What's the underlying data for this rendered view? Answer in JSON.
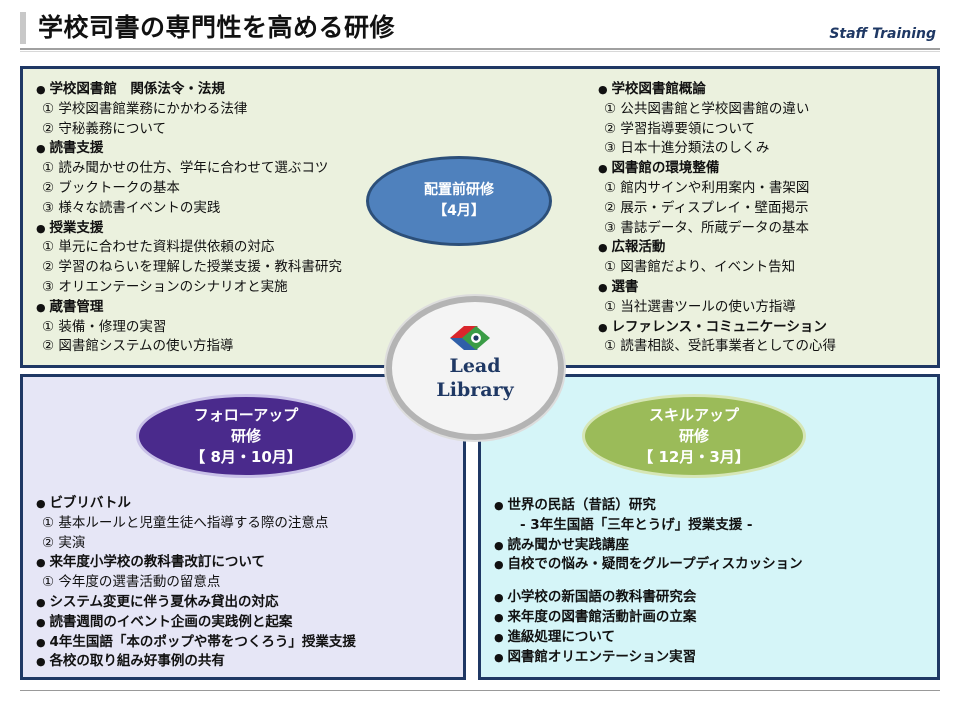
{
  "header": {
    "title": "学校司書の専門性を高める研修",
    "tag": "Staff Training"
  },
  "center_logo": {
    "line1": "Lead",
    "line2": "Library"
  },
  "top_panel": {
    "oval": {
      "line1": "配置前研修",
      "line2": "【4月】"
    },
    "left_sections": [
      {
        "title": "学校図書館　関係法令・法規",
        "items": [
          "① 学校図書館業務にかかわる法律",
          "② 守秘義務について"
        ]
      },
      {
        "title": "読書支援",
        "items": [
          "① 読み聞かせの仕方、学年に合わせて選ぶコツ",
          "② ブックトークの基本",
          "③ 様々な読書イベントの実践"
        ]
      },
      {
        "title": "授業支援",
        "items": [
          "① 単元に合わせた資料提供依頼の対応",
          "② 学習のねらいを理解した授業支援・教科書研究",
          "③ オリエンテーションのシナリオと実施"
        ]
      },
      {
        "title": "蔵書管理",
        "items": [
          "① 装備・修理の実習",
          "② 図書館システムの使い方指導"
        ]
      }
    ],
    "right_sections": [
      {
        "title": "学校図書館概論",
        "items": [
          "① 公共図書館と学校図書館の違い",
          "② 学習指導要領について",
          "③ 日本十進分類法のしくみ"
        ]
      },
      {
        "title": "図書館の環境整備",
        "items": [
          "① 館内サインや利用案内・書架図",
          "② 展示・ディスプレイ・壁面掲示",
          "③ 書誌データ、所蔵データの基本"
        ]
      },
      {
        "title": "広報活動",
        "items": [
          "① 図書館だより、イベント告知"
        ]
      },
      {
        "title": "選書",
        "items": [
          "① 当社選書ツールの使い方指導"
        ]
      },
      {
        "title": "レファレンス・コミュニケーション",
        "items": [
          "① 読書相談、受託事業者としての心得"
        ]
      }
    ]
  },
  "bottom_left_panel": {
    "oval": {
      "line1": "フォローアップ",
      "line2": "研修",
      "line3": "【 8月・10月】"
    },
    "sections": [
      {
        "title": "ビブリバトル",
        "items": [
          "① 基本ルールと児童生徒へ指導する際の注意点",
          "② 実演"
        ]
      },
      {
        "title": "来年度小学校の教科書改訂について",
        "items": [
          "① 今年度の選書活動の留意点"
        ]
      },
      {
        "title": "システム変更に伴う夏休み貸出の対応",
        "items": []
      },
      {
        "title": "読書週間のイベント企画の実践例と起案",
        "items": []
      },
      {
        "title": "4年生国語「本のポップや帯をつくろう」授業支援",
        "items": []
      },
      {
        "title": "各校の取り組み好事例の共有",
        "items": []
      }
    ]
  },
  "bottom_right_panel": {
    "oval": {
      "line1": "スキルアップ",
      "line2": "研修",
      "line3": "【 12月・3月】"
    },
    "group1": [
      {
        "title": "世界の民話（昔話）研究",
        "sub": "- 3年生国語「三年とうげ」授業支援 -"
      },
      {
        "title": "読み聞かせ実践講座"
      },
      {
        "title": "自校での悩み・疑問をグループディスカッション"
      }
    ],
    "group2": [
      {
        "title": "小学校の新国語の教科書研究会"
      },
      {
        "title": "来年度の図書館活動計画の立案"
      },
      {
        "title": "進級処理について"
      },
      {
        "title": "図書館オリエンテーション実習"
      }
    ]
  }
}
